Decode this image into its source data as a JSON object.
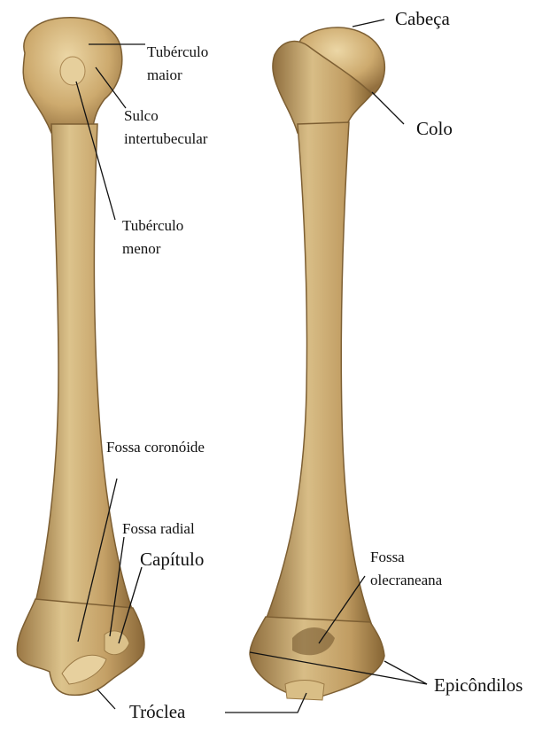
{
  "labels": {
    "tuberculo_maior_1": "Tubérculo",
    "tuberculo_maior_2": "maior",
    "sulco_1": "Sulco",
    "sulco_2": "intertubecular",
    "tuberculo_menor_1": "Tubérculo",
    "tuberculo_menor_2": "menor",
    "cabeca": "Cabeça",
    "colo": "Colo",
    "fossa_coronoide": "Fossa coronóide",
    "fossa_radial": "Fossa radial",
    "capitulo": "Capítulo",
    "fossa_olecraneana_1": "Fossa",
    "fossa_olecraneana_2": "olecraneana",
    "epicondilos": "Epicôndilos",
    "troclea": "Tróclea"
  },
  "colors": {
    "bone": "#c7a46a",
    "bone_light": "#e2c992",
    "bone_shadow": "#8d6c3c",
    "leader_line": "#111111"
  }
}
